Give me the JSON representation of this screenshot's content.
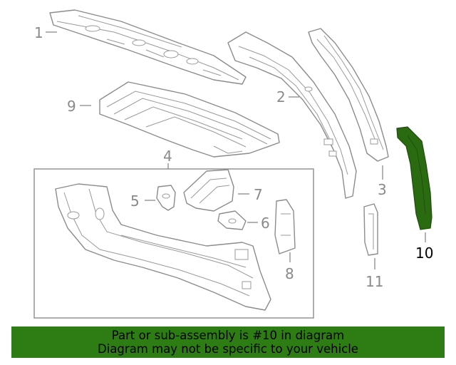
{
  "callouts": [
    {
      "id": "1",
      "label": "1"
    },
    {
      "id": "2",
      "label": "2"
    },
    {
      "id": "3",
      "label": "3"
    },
    {
      "id": "4",
      "label": "4"
    },
    {
      "id": "5",
      "label": "5"
    },
    {
      "id": "6",
      "label": "6"
    },
    {
      "id": "7",
      "label": "7"
    },
    {
      "id": "8",
      "label": "8"
    },
    {
      "id": "9",
      "label": "9"
    },
    {
      "id": "10",
      "label": "10"
    },
    {
      "id": "11",
      "label": "11"
    }
  ],
  "highlighted_part": "10",
  "colors": {
    "highlight_fill": "#2a6b12",
    "banner_bg": "#2e7d14",
    "line_gray": "#8c8c8c"
  },
  "banner": {
    "line1": "Part or sub-assembly is #10 in diagram",
    "line2": "Diagram may not be specific to your vehicle"
  }
}
